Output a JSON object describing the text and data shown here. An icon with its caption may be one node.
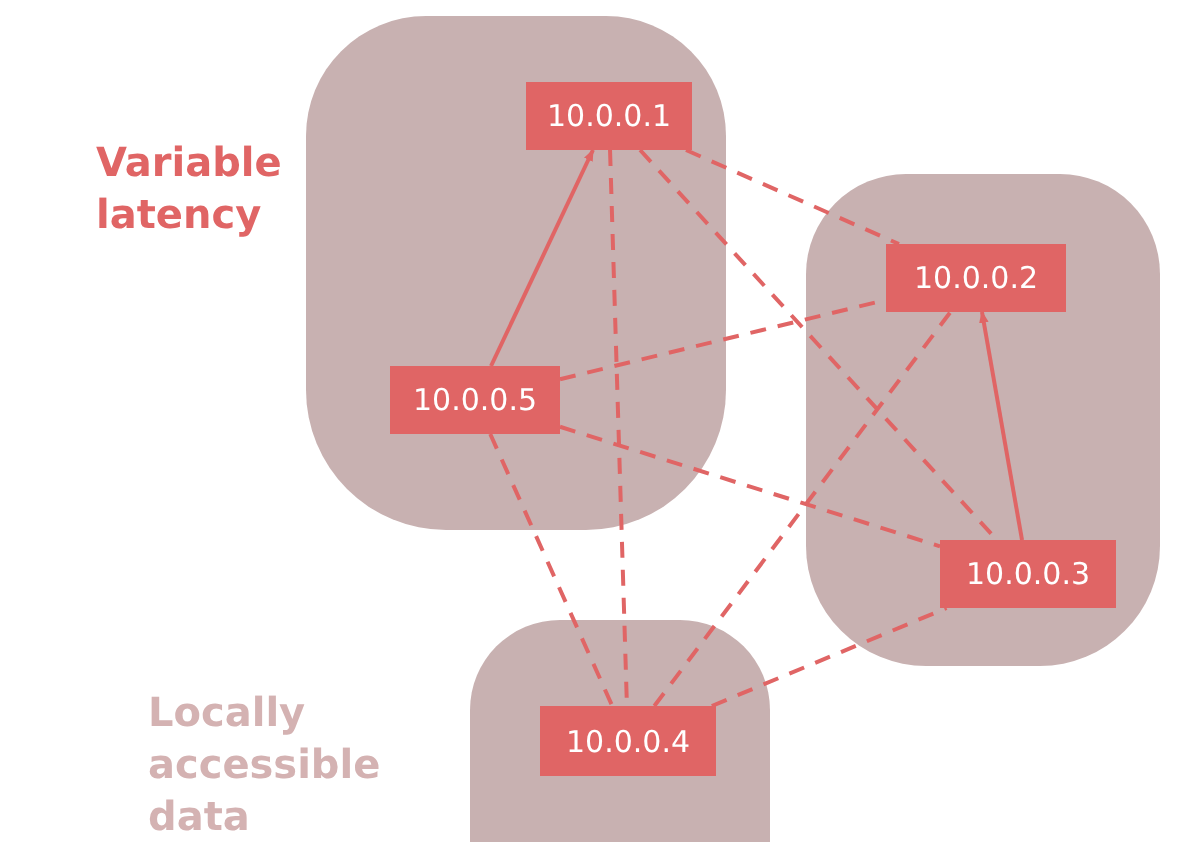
{
  "diagram": {
    "nodes": [
      {
        "text": [],
        "shape": "box",
        "beside": [
          "Variable latency"
        ]
      },
      {
        "text": [
          "10.0.0.1"
        ],
        "in": 0
      },
      {
        "text": [
          "10.0.0.5"
        ],
        "in": 0
      },
      {
        "text": [],
        "shape": "box"
      },
      {
        "text": [
          "10.0.0.2"
        ],
        "in": 3
      },
      {
        "text": [
          "10.0.0.3"
        ],
        "in": 3
      },
      {
        "text": [],
        "shape": "box",
        "beside": [
          "Locally accessible data"
        ]
      },
      {
        "text": [
          "10.0.0.4"
        ],
        "in": 6
      }
    ],
    "edges": [
      {
        "from": 2,
        "to": 1,
        "arrow": "to"
      },
      {
        "from": 5,
        "to": 4,
        "arrow": "to"
      },
      {
        "from": 1,
        "to": 4,
        "arrow": "none",
        "style": "dashed"
      },
      {
        "from": 1,
        "to": 5,
        "arrow": "none",
        "style": "dashed"
      },
      {
        "from": 1,
        "to": 7,
        "arrow": "none",
        "style": "dashed"
      },
      {
        "from": 2,
        "to": 4,
        "arrow": "none",
        "style": "dashed"
      },
      {
        "from": 2,
        "to": 5,
        "arrow": "none",
        "style": "dashed"
      },
      {
        "from": 2,
        "to": 7,
        "arrow": "none",
        "style": "dashed"
      },
      {
        "from": 7,
        "to": 4,
        "arrow": "none",
        "style": "dashed"
      },
      {
        "from": 7,
        "to": 5,
        "arrow": "none",
        "style": "dashed"
      }
    ]
  }
}
